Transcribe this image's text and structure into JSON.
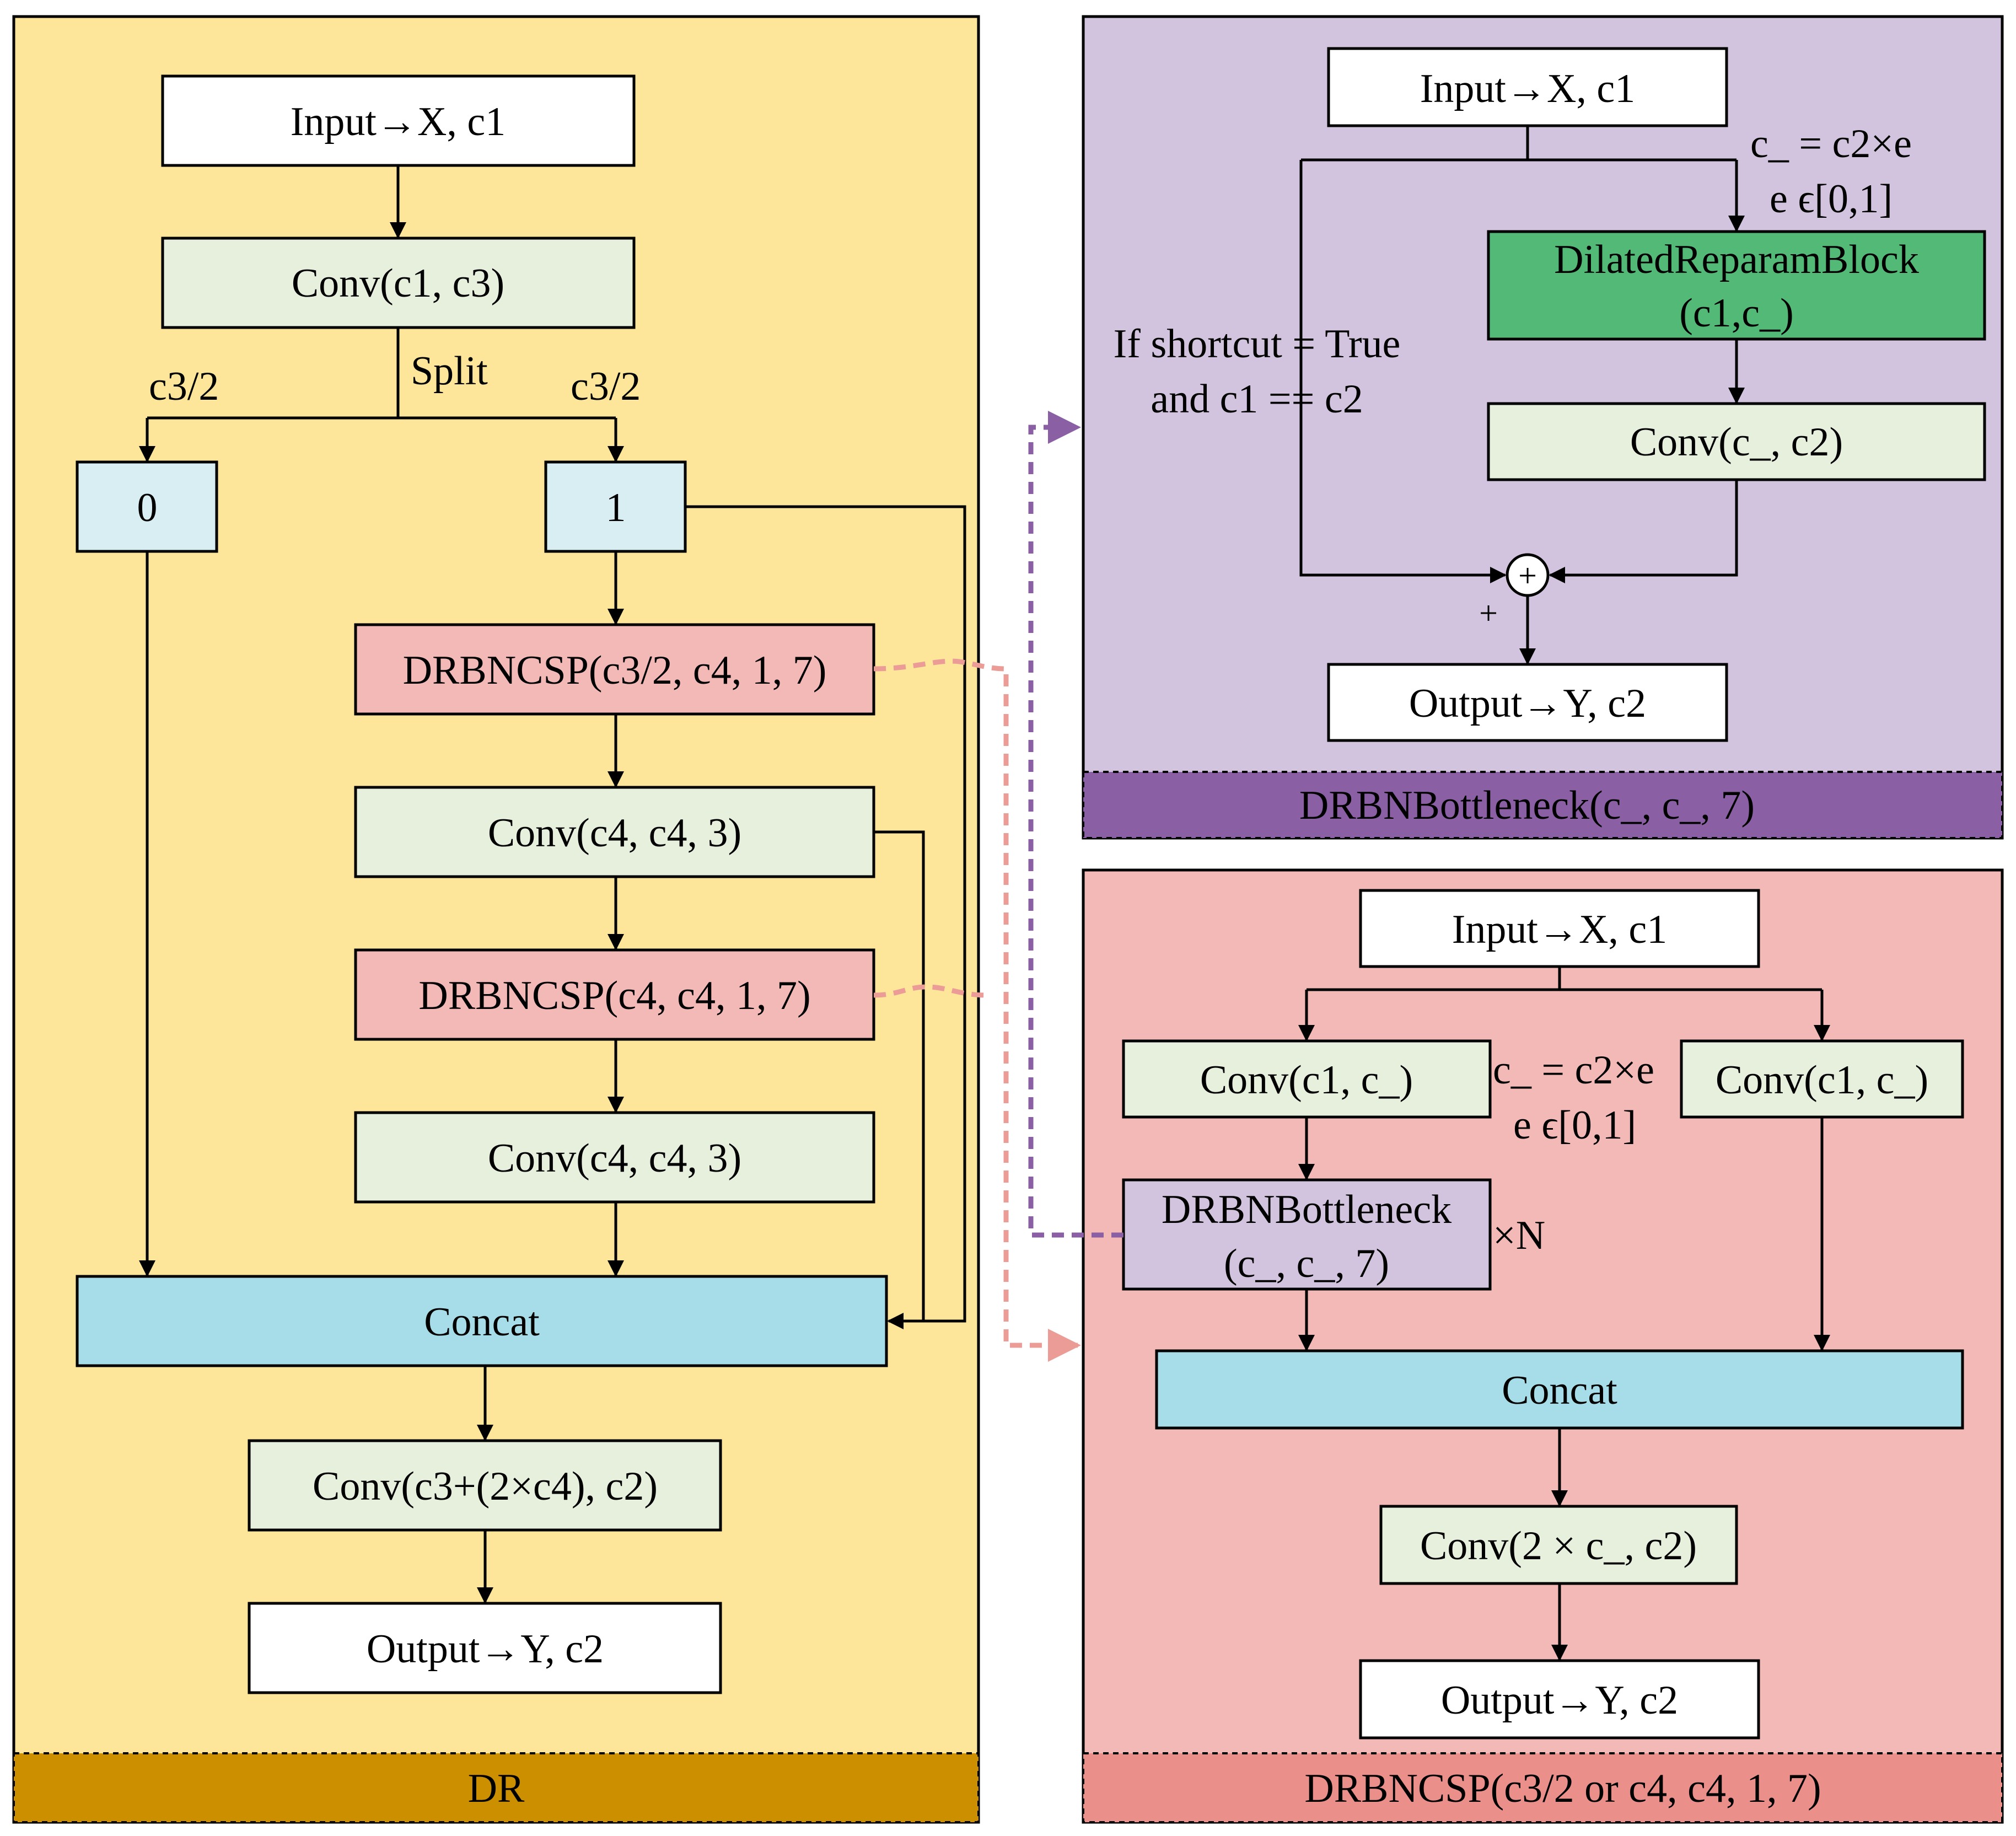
{
  "colors": {
    "dr_panel": "#fde599",
    "dr_footer": "#cc8f00",
    "bottleneck_panel": "#d2c3de",
    "bottleneck_footer": "#8a5fa4",
    "csp_panel": "#f3b9b6",
    "csp_footer": "#eb8f8a",
    "io_box": "#ffffff",
    "conv_box": "#e6f0dc",
    "split_box": "#d8eef3",
    "drbncsp_box": "#f3b9b6",
    "concat_box": "#a7dde8",
    "dilated_box": "#52b977",
    "bottleneck_box": "#d2c3de",
    "link_purple": "#8a5fa4",
    "link_pink": "#ec9c96"
  },
  "dr": {
    "footer": "DR",
    "input": "Input→X, c1",
    "conv1": "Conv(c1, c3)",
    "split": "Split",
    "split_left": "c3/2",
    "split_right": "c3/2",
    "branch0": "0",
    "branch1": "1",
    "drbncsp1": "DRBNCSP(c3/2, c4, 1, 7)",
    "conv2": "Conv(c4, c4, 3)",
    "drbncsp2": "DRBNCSP(c4, c4, 1, 7)",
    "conv3": "Conv(c4, c4, 3)",
    "concat": "Concat",
    "conv_out": "Conv(c3+(2×c4), c2)",
    "output": "Output→Y, c2"
  },
  "bottleneck": {
    "footer": "DRBNBottleneck(c_, c_, 7)",
    "input": "Input→X, c1",
    "note_line1": "c_ = c2×e",
    "note_line2": "e ϵ[0,1]",
    "dilated_line1": "DilatedReparamBlock",
    "dilated_line2": "(c1,c_)",
    "conv": "Conv(c_, c2)",
    "shortcut_line1": "If shortcut = True",
    "shortcut_line2": "and c1 == c2",
    "add_symbol": "+",
    "plus_label": "+",
    "output": "Output→Y, c2"
  },
  "csp": {
    "footer": "DRBNCSP(c3/2 or c4, c4, 1, 7)",
    "input": "Input→X, c1",
    "conv_left": "Conv(c1, c_)",
    "conv_right": "Conv(c1, c_)",
    "note_line1": "c_ = c2×e",
    "note_line2": "e ϵ[0,1]",
    "bottleneck_line1": "DRBNBottleneck",
    "bottleneck_line2": "(c_, c_, 7)",
    "repeat": "×N",
    "concat": "Concat",
    "conv_out": "Conv(2 × c_, c2)",
    "output": "Output→Y, c2"
  }
}
